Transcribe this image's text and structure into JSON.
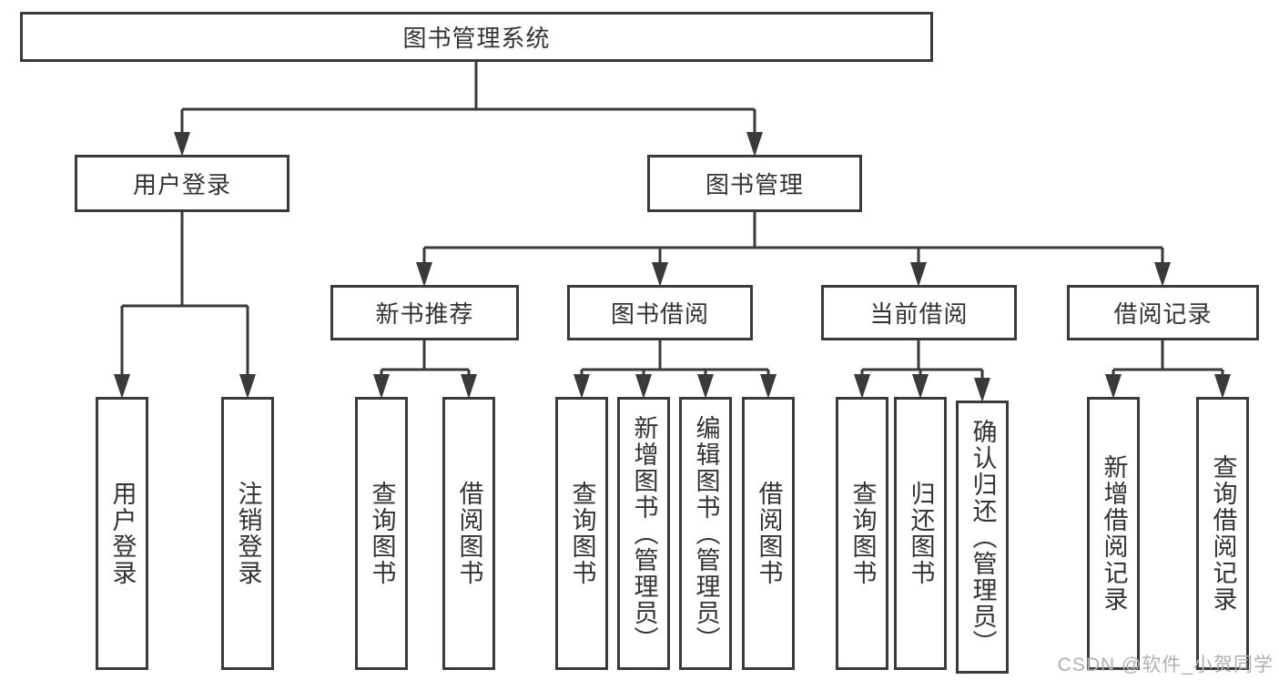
{
  "diagram": {
    "root": {
      "label": "图书管理系统"
    },
    "branches": [
      {
        "label": "用户登录",
        "children": [
          {
            "label": "用户登录"
          },
          {
            "label": "注销登录"
          }
        ]
      },
      {
        "label": "图书管理",
        "sections": [
          {
            "label": "新书推荐",
            "children": [
              {
                "label": "查询图书"
              },
              {
                "label": "借阅图书"
              }
            ]
          },
          {
            "label": "图书借阅",
            "children": [
              {
                "label": "查询图书"
              },
              {
                "label": "新增图书（管理员）"
              },
              {
                "label": "编辑图书（管理员）"
              },
              {
                "label": "借阅图书"
              }
            ]
          },
          {
            "label": "当前借阅",
            "children": [
              {
                "label": "查询图书"
              },
              {
                "label": "归还图书"
              },
              {
                "label": "确认归还（管理员）"
              }
            ]
          },
          {
            "label": "借阅记录",
            "children": [
              {
                "label": "新增借阅记录"
              },
              {
                "label": "查询借阅记录"
              }
            ]
          }
        ]
      }
    ],
    "watermark": "CSDN @软件_小贺同学",
    "colors": {
      "line": "#3a3a3a",
      "text": "#333333",
      "box_background": "#ffffff",
      "watermark": "#b0b0b0"
    }
  }
}
